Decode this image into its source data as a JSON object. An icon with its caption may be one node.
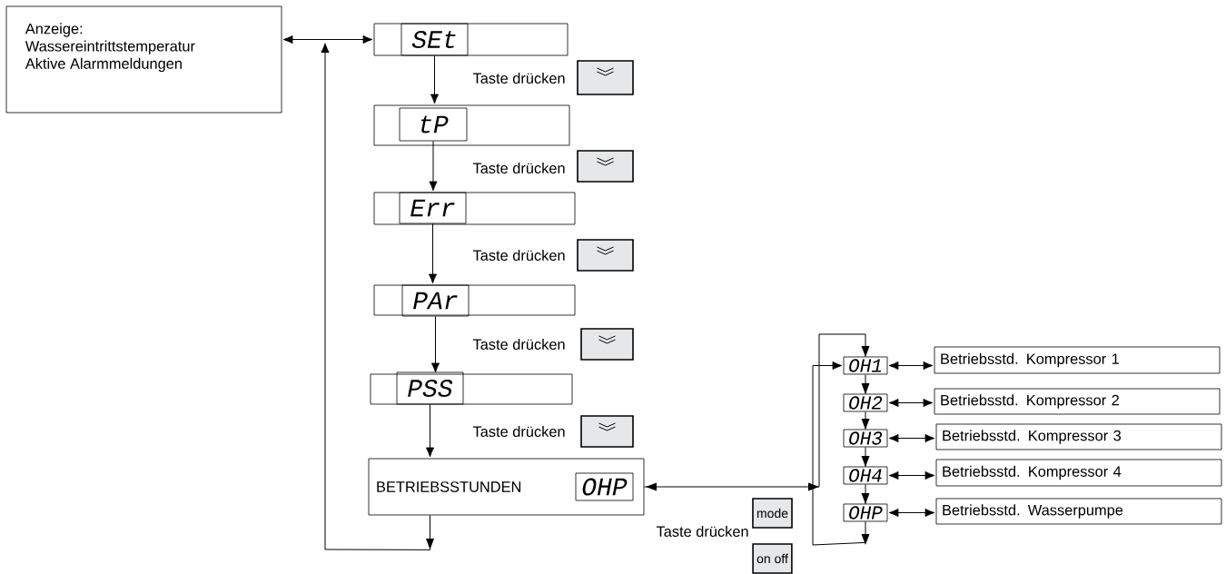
{
  "diagram": {
    "nodes": [
      {
        "text": [
          "Anzeige:",
          "Wassereintrittstemperatur",
          "Aktive Alarmmeldungen"
        ]
      },
      {
        "text": [],
        "shape": "box"
      },
      {
        "text": [
          "SEt"
        ],
        "in": 1
      },
      {
        "text": [],
        "shape": "box"
      },
      {
        "text": [
          "tP"
        ],
        "in": 3
      },
      {
        "text": [],
        "shape": "box"
      },
      {
        "text": [
          "Err"
        ],
        "in": 5
      },
      {
        "text": [],
        "shape": "box"
      },
      {
        "text": [
          "PAr"
        ],
        "in": 7
      },
      {
        "text": [],
        "shape": "box"
      },
      {
        "text": [
          "PSS"
        ],
        "in": 9
      },
      {
        "text": [
          "BETRIEBSSTUNDEN"
        ]
      },
      {
        "text": [
          "OHP"
        ],
        "in": 11
      },
      {
        "text": [],
        "shape": "box",
        "beside": [
          "Taste drücken"
        ]
      },
      {
        "text": [],
        "shape": "box",
        "beside": [
          "Taste drücken"
        ]
      },
      {
        "text": [],
        "shape": "box",
        "beside": [
          "Taste drücken"
        ]
      },
      {
        "text": [],
        "shape": "box",
        "beside": [
          "Taste drücken"
        ]
      },
      {
        "text": [],
        "shape": "box",
        "beside": [
          "Taste drücken"
        ]
      },
      {
        "text": [
          "mode"
        ],
        "beside": [
          "Taste drücken"
        ]
      },
      {
        "text": [
          "on off"
        ]
      },
      {
        "text": [
          "OH1"
        ]
      },
      {
        "text": [
          "OH2"
        ]
      },
      {
        "text": [
          "OH3"
        ]
      },
      {
        "text": [
          "OH4"
        ]
      },
      {
        "text": [
          "OHP"
        ]
      },
      {
        "text": [
          "Betriebsstd. Kompressor 1"
        ]
      },
      {
        "text": [
          "Betriebsstd. Kompressor 2"
        ]
      },
      {
        "text": [
          "Betriebsstd. Kompressor 3"
        ]
      },
      {
        "text": [
          "Betriebsstd. Kompressor 4"
        ]
      },
      {
        "text": [
          "Betriebsstd. Wasserpumpe"
        ]
      }
    ],
    "edges": [
      {
        "from": 0,
        "to": 1,
        "arrow": "both"
      },
      {
        "from": 1,
        "to": 3,
        "arrow": "to"
      },
      {
        "from": 3,
        "to": 5,
        "arrow": "to"
      },
      {
        "from": 5,
        "to": 7,
        "arrow": "to"
      },
      {
        "from": 7,
        "to": 9,
        "arrow": "to"
      },
      {
        "from": 9,
        "to": 11,
        "arrow": "to"
      },
      {
        "from": 11,
        "to": null,
        "arrow": "to"
      },
      {
        "from": 11,
        "to": 20,
        "arrow": "both"
      },
      {
        "from": 20,
        "to": 21,
        "arrow": "to"
      },
      {
        "from": 21,
        "to": 22,
        "arrow": "to"
      },
      {
        "from": 22,
        "to": 23,
        "arrow": "to"
      },
      {
        "from": 23,
        "to": 24,
        "arrow": "to"
      },
      {
        "from": 24,
        "to": 20,
        "arrow": "to"
      },
      {
        "from": 20,
        "to": 25,
        "arrow": "both"
      },
      {
        "from": 21,
        "to": 26,
        "arrow": "both"
      },
      {
        "from": 22,
        "to": 27,
        "arrow": "both"
      },
      {
        "from": 23,
        "to": 28,
        "arrow": "both"
      },
      {
        "from": 24,
        "to": 29,
        "arrow": "both"
      }
    ]
  }
}
